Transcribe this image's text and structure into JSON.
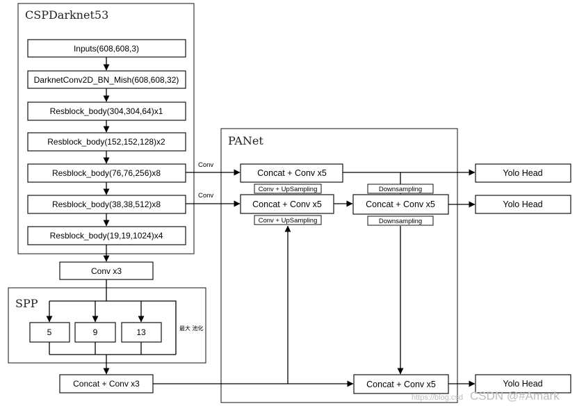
{
  "containers": {
    "backbone": "CSPDarknet53",
    "spp": "SPP",
    "panet": "PANet"
  },
  "backbone_nodes": [
    "Inputs(608,608,3)",
    "DarknetConv2D_BN_Mish(608,608,32)",
    "Resblock_body(304,304,64)x1",
    "Resblock_body(152,152,128)x2",
    "Resblock_body(76,76,256)x8",
    "Resblock_body(38,38,512)x8",
    "Resblock_body(19,19,1024)x4"
  ],
  "neck": {
    "conv_x3": "Conv x3",
    "spp_pools": [
      "5",
      "9",
      "13"
    ],
    "spp_pool_note": "最大 池化",
    "concat_conv_x3": "Concat + Conv x3"
  },
  "panet_nodes": {
    "concat_top_left": "Concat + Conv x5",
    "concat_mid_left": "Concat + Conv x5",
    "concat_mid_right": "Concat + Conv x5",
    "concat_bottom": "Concat + Conv x5"
  },
  "edge_labels": {
    "conv_top": "Conv",
    "conv_mid": "Conv",
    "upsample_1": "Conv + UpSampling",
    "upsample_2": "Conv + UpSampling",
    "downsample_1": "Downsampling",
    "downsample_2": "Downsampling"
  },
  "heads": [
    "Yolo Head",
    "Yolo Head",
    "Yolo Head"
  ],
  "watermark": {
    "faint": "https://blog.csd",
    "brand": "CSDN @#Amark"
  }
}
